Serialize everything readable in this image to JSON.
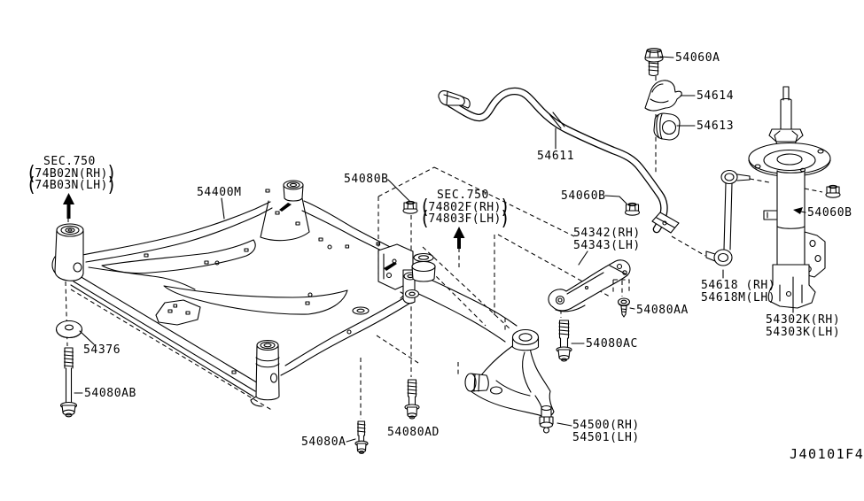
{
  "diagram_code": "J40101F4",
  "colors": {
    "background": "#ffffff",
    "line": "#000000"
  },
  "sec_refs": {
    "left": {
      "title": "SEC.750",
      "line1": "74B02N(RH)",
      "line2": "74B03N(LH)",
      "open": "(",
      "close": ")"
    },
    "middle": {
      "title": "SEC.750",
      "line1": "74802F(RH)",
      "line2": "74803F(LH)",
      "open": "(",
      "close": ")"
    }
  },
  "parts": {
    "p54400M": "54400M",
    "p54080B": "54080B",
    "p54060A": "54060A",
    "p54614": "54614",
    "p54613": "54613",
    "p54611": "54611",
    "p54060B_mid": "54060B",
    "p54060B_right": "54060B",
    "p54342_rh": "54342(RH)",
    "p54343_lh": "54343(LH)",
    "p54618_rh": "54618 (RH)",
    "p54618m_lh": "54618M(LH)",
    "p54302k_rh": "54302K(RH)",
    "p54303k_lh": "54303K(LH)",
    "p54080AA": "54080AA",
    "p54080AC": "54080AC",
    "p54080AB": "54080AB",
    "p54376": "54376",
    "p54080A": "54080A",
    "p54080AD": "54080AD",
    "p54500_rh": "54500(RH)",
    "p54501_lh": "54501(LH)"
  }
}
